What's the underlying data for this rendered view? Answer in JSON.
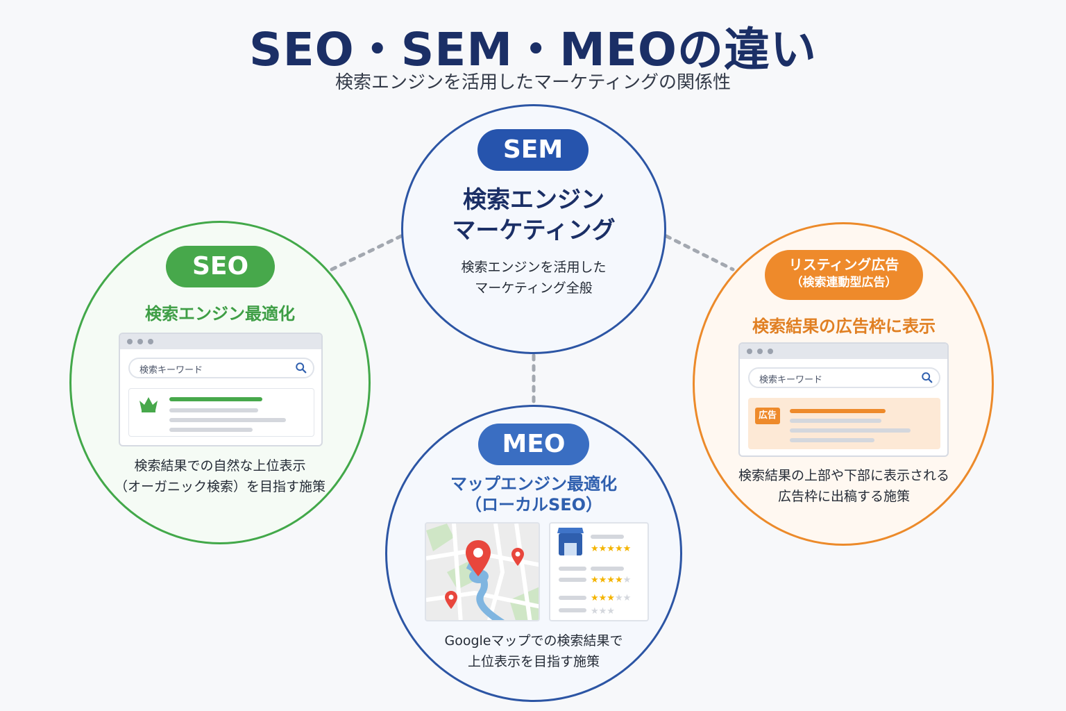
{
  "header": {
    "title": "SEO・SEM・MEOの違い",
    "subtitle": "検索エンジンを活用したマーケティングの関係性"
  },
  "sem": {
    "badge": "SEM",
    "heading_line1": "検索エンジン",
    "heading_line2": "マーケティング",
    "desc_line1": "検索エンジンを活用した",
    "desc_line2": "マーケティング全般",
    "color": "#2c55a4"
  },
  "seo": {
    "badge": "SEO",
    "heading": "検索エンジン最適化",
    "search_placeholder": "検索キーワード",
    "desc_line1": "検索結果での自然な上位表示",
    "desc_line2": "（オーガニック検索）を目指す施策",
    "color": "#42a849"
  },
  "meo": {
    "badge": "MEO",
    "heading_line1": "マップエンジン最適化",
    "heading_line2": "（ローカルSEO）",
    "desc_line1": "Googleマップでの検索結果で",
    "desc_line2": "上位表示を目指す施策",
    "color": "#2c55a4"
  },
  "ads": {
    "badge_line1": "リスティング広告",
    "badge_line2": "（検索連動型広告）",
    "heading": "検索結果の広告枠に表示",
    "search_placeholder": "検索キーワード",
    "ad_label": "広告",
    "desc_line1": "検索結果の上部や下部に表示される",
    "desc_line2": "広告枠に出稿する施策",
    "color": "#ec8a2a"
  }
}
